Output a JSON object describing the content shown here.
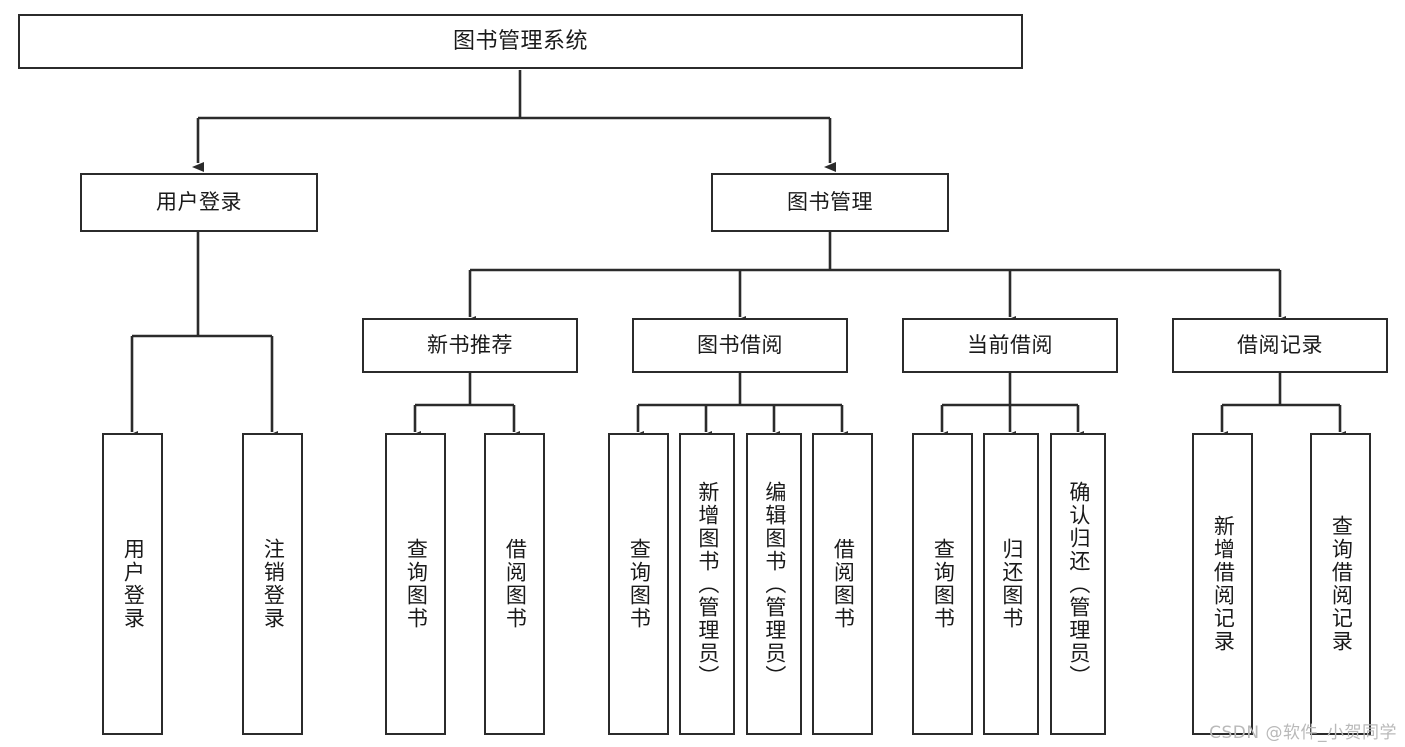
{
  "diagram": {
    "title": "图书管理系统",
    "type": "hierarchy-tree",
    "root": {
      "id": "root",
      "label": "图书管理系统"
    },
    "level1": [
      {
        "id": "user-login",
        "label": "用户登录"
      },
      {
        "id": "book-manage",
        "label": "图书管理"
      }
    ],
    "level2": [
      {
        "id": "new-book-recommend",
        "label": "新书推荐",
        "parent": "book-manage"
      },
      {
        "id": "book-borrow",
        "label": "图书借阅",
        "parent": "book-manage"
      },
      {
        "id": "current-borrow",
        "label": "当前借阅",
        "parent": "book-manage"
      },
      {
        "id": "borrow-record",
        "label": "借阅记录",
        "parent": "book-manage"
      }
    ],
    "leaves": [
      {
        "id": "leaf-user-login",
        "label": "用户登录",
        "parent": "user-login"
      },
      {
        "id": "leaf-logout",
        "label": "注销登录",
        "parent": "user-login"
      },
      {
        "id": "leaf-query-book-1",
        "label": "查询图书",
        "parent": "new-book-recommend"
      },
      {
        "id": "leaf-borrow-book-1",
        "label": "借阅图书",
        "parent": "new-book-recommend"
      },
      {
        "id": "leaf-query-book-2",
        "label": "查询图书",
        "parent": "book-borrow"
      },
      {
        "id": "leaf-add-book",
        "label": "新增图书（管理员）",
        "parent": "book-borrow"
      },
      {
        "id": "leaf-edit-book",
        "label": "编辑图书（管理员）",
        "parent": "book-borrow"
      },
      {
        "id": "leaf-borrow-book-2",
        "label": "借阅图书",
        "parent": "book-borrow"
      },
      {
        "id": "leaf-query-book-3",
        "label": "查询图书",
        "parent": "current-borrow"
      },
      {
        "id": "leaf-return-book",
        "label": "归还图书",
        "parent": "current-borrow"
      },
      {
        "id": "leaf-confirm-return",
        "label": "确认归还（管理员）",
        "parent": "current-borrow"
      },
      {
        "id": "leaf-add-record",
        "label": "新增借阅记录",
        "parent": "borrow-record"
      },
      {
        "id": "leaf-query-record",
        "label": "查询借阅记录",
        "parent": "borrow-record"
      }
    ],
    "watermark": "CSDN @软件_小贺同学",
    "colors": {
      "stroke": "#2b2b2b",
      "fill": "#ffffff",
      "text": "#1a1a1a",
      "watermark": "#b9b9b9"
    }
  }
}
